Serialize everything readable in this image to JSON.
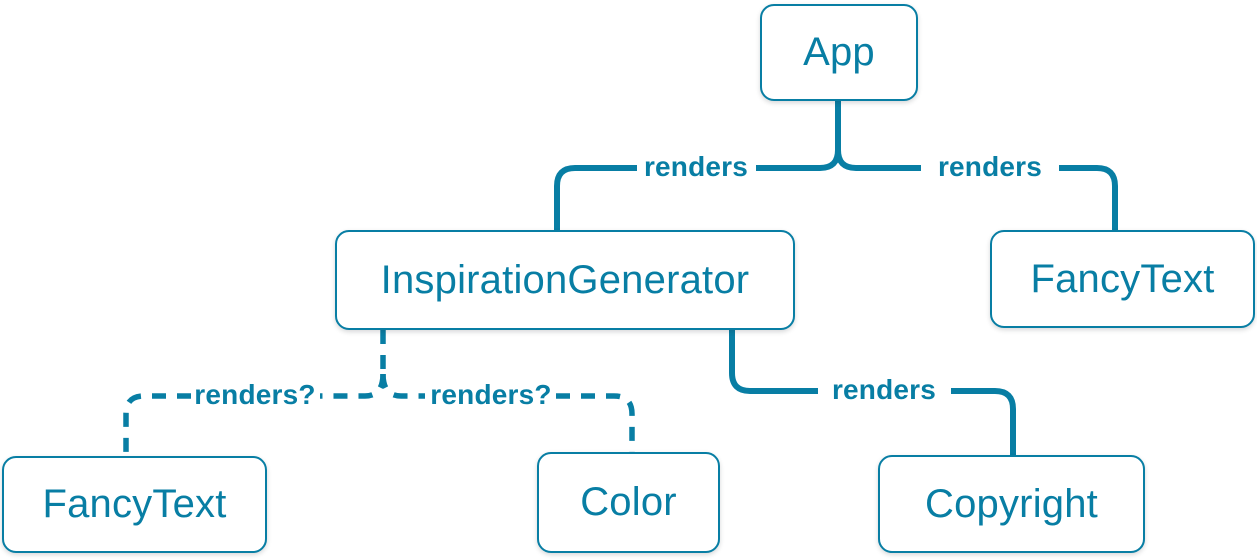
{
  "diagram": {
    "accent_color": "#087ea4",
    "background_color": "#ffffff",
    "nodes": [
      {
        "id": "app",
        "label": "App"
      },
      {
        "id": "inspiration-generator",
        "label": "InspirationGenerator"
      },
      {
        "id": "fancy-text-top",
        "label": "FancyText"
      },
      {
        "id": "fancy-text-bottom",
        "label": "FancyText"
      },
      {
        "id": "color",
        "label": "Color"
      },
      {
        "id": "copyright",
        "label": "Copyright"
      }
    ],
    "edges": [
      {
        "from": "App",
        "to": "InspirationGenerator",
        "label": "renders",
        "style": "solid"
      },
      {
        "from": "App",
        "to": "FancyText (top)",
        "label": "renders",
        "style": "solid"
      },
      {
        "from": "InspirationGenerator",
        "to": "Copyright",
        "label": "renders",
        "style": "solid"
      },
      {
        "from": "InspirationGenerator",
        "to": "FancyText (bottom)",
        "label": "renders?",
        "style": "dashed"
      },
      {
        "from": "InspirationGenerator",
        "to": "Color",
        "label": "renders?",
        "style": "dashed"
      }
    ]
  }
}
